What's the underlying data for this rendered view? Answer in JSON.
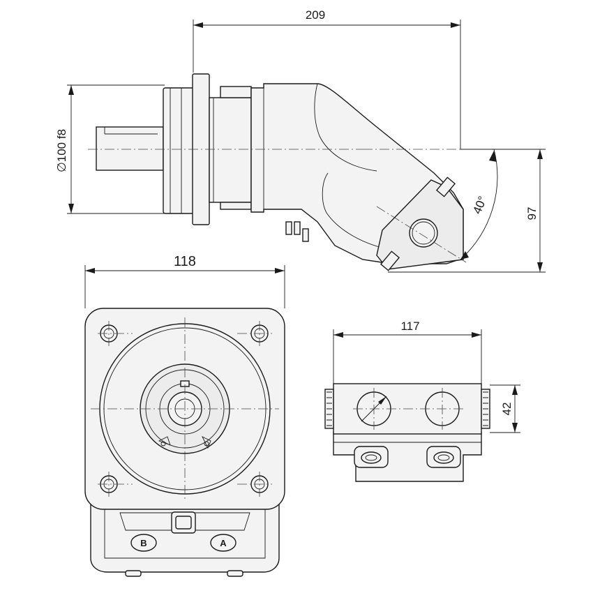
{
  "dimensions": {
    "overall_length": "209",
    "shaft_diameter": "∅100 f8",
    "bent_angle": "40°",
    "height_offset": "97",
    "flange_width": "118",
    "port_block_width": "117",
    "port_block_height": "42"
  },
  "ports": {
    "port_b": "B",
    "port_a": "A"
  },
  "colors": {
    "line": "#1a1a1a",
    "fill": "#f3f3f3"
  }
}
